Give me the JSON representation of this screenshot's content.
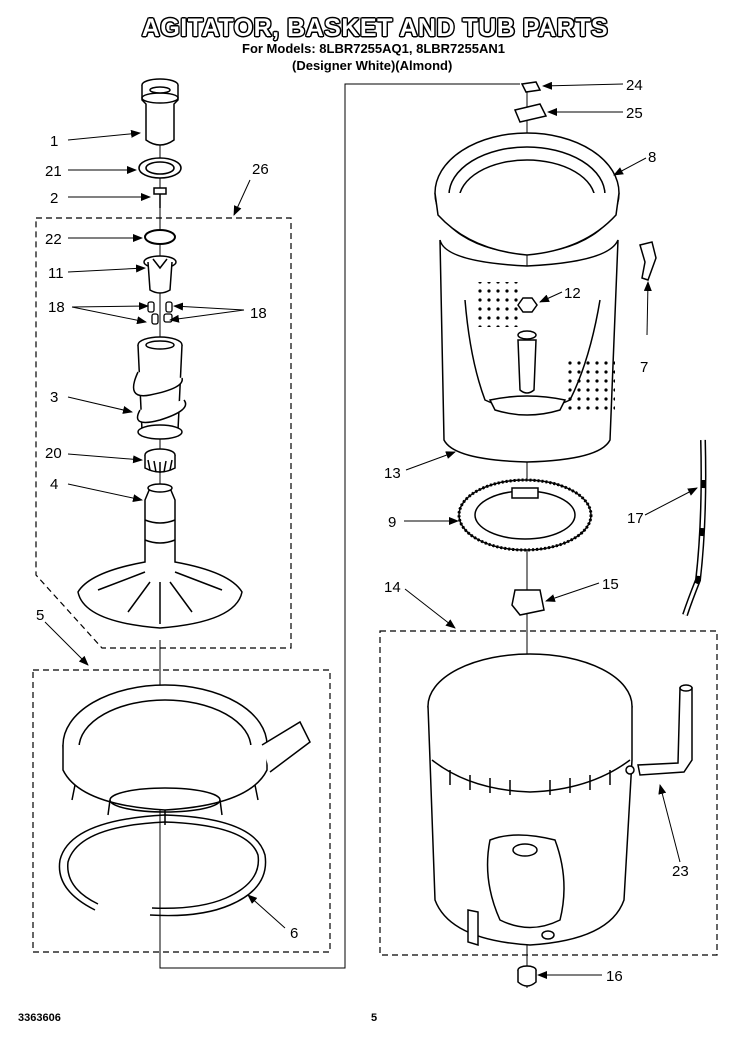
{
  "header": {
    "title": "AGITATOR, BASKET AND TUB PARTS",
    "models_line": "For Models: 8LBR7255AQ1, 8LBR7255AN1",
    "finish_line": "(Designer White)(Almond)"
  },
  "callouts": [
    "1",
    "21",
    "2",
    "26",
    "22",
    "11",
    "18",
    "18",
    "3",
    "20",
    "4",
    "5",
    "6",
    "24",
    "25",
    "8",
    "7",
    "12",
    "13",
    "9",
    "17",
    "14",
    "15",
    "23",
    "16"
  ],
  "footer": {
    "doc_number": "3363606",
    "page_number": "5"
  }
}
